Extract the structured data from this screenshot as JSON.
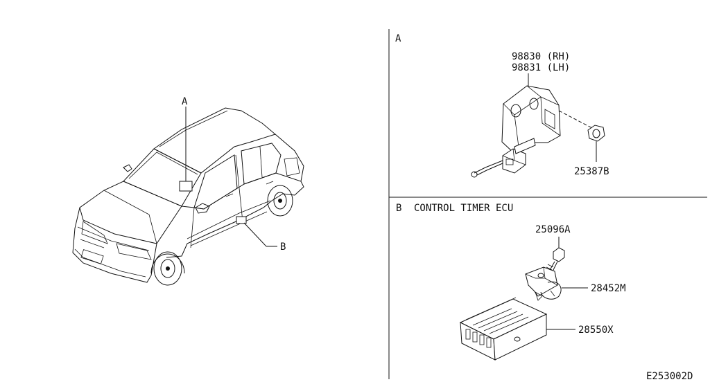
{
  "diagram": {
    "overview": {
      "callout_a": "A",
      "callout_b": "B"
    },
    "panel_a": {
      "section_letter": "A",
      "part_rh": "98830 (RH)",
      "part_lh": "98831 (LH)",
      "part_nut": "25387B"
    },
    "panel_b": {
      "section_letter": "B",
      "title": "CONTROL TIMER ECU",
      "part_bolt": "25096A",
      "part_bracket": "28452M",
      "part_ecu": "28550X"
    },
    "figure_code": "E253002D"
  }
}
